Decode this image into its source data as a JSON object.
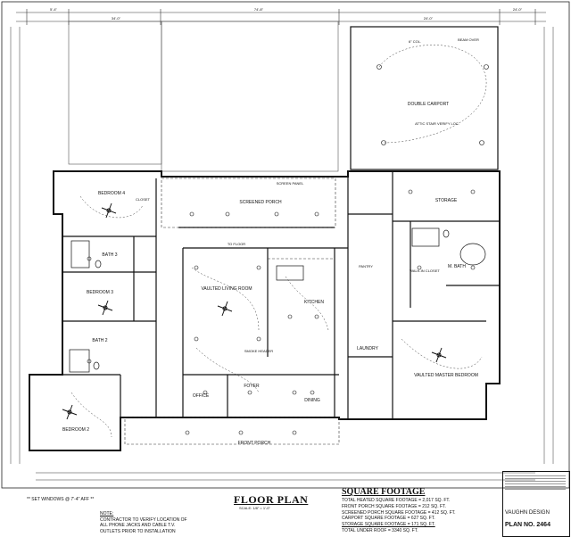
{
  "plan": {
    "rooms": {
      "double_carport": "DOUBLE CARPORT",
      "screened_porch": "SCREENED PORCH",
      "storage": "STORAGE",
      "bedroom4": "BEDROOM 4",
      "bedroom3": "BEDROOM 3",
      "bedroom2": "BEDROOM 2",
      "bath3": "BATH 3",
      "bath2": "BATH 2",
      "m_bath": "M. BATH",
      "vaulted_living": "VAULTED LIVING ROOM",
      "kitchen": "KITCHEN",
      "office": "OFFICE",
      "foyer": "FOYER",
      "dining": "DINING",
      "front_porch": "FRONT PORCH",
      "laundry": "LAUNDRY",
      "vaulted_master": "VAULTED MASTER BEDROOM",
      "walkin_closet": "WALK-IN CLOSET",
      "closet": "CLOSET",
      "pantry": "PANTRY"
    },
    "dims": {
      "top_overall": "74'-8\"",
      "top_left": "5'-4\"",
      "top_mid": "34'-0\"",
      "top_right": "24'-0\"",
      "top_edge": "24'-0\""
    },
    "notes": {
      "beam_over": "BEAM OVER",
      "attic_stair": "ATTIC STAIR VERIFY LOC.",
      "screen_panel": "SCREEN PANEL",
      "six_col": "6\" COL.",
      "smoke_header": "SMOKE HEADER",
      "to_floor": "TO FLOOR"
    }
  },
  "footer": {
    "set_windows": "** SET WINDOWS @ 7'-4\" AFF **",
    "title": "FLOOR PLAN",
    "scale": "SCALE: 1/8\" = 1'-0\"",
    "note_heading": "NOTE:",
    "note_lines": [
      "CONTRACTOR TO VERIFY LOCATION OF",
      "ALL PHONE JACKS AND CABLE T.V.",
      "OUTLETS PRIOR TO INSTALLATION"
    ]
  },
  "sqft": {
    "heading": "SQUARE FOOTAGE",
    "lines": [
      "TOTAL HEATED SQUARE FOOTAGE = 2,017 SQ. FT.",
      "FRONT PORCH SQUARE FOOTAGE = 212 SQ. FT.",
      "SCREENED PORCH SQUARE FOOTAGE = 412 SQ. FT.",
      "CARPORT SQUARE FOOTAGE = 627 SQ. FT.",
      "STORAGE SQUARE FOOTAGE = 171 SQ. FT."
    ],
    "total": "TOTAL UNDER ROOF = 3340 SQ. FT."
  },
  "title_block": {
    "company": "VAUGHN DESIGN",
    "plan_no": "PLAN NO. 2464"
  }
}
